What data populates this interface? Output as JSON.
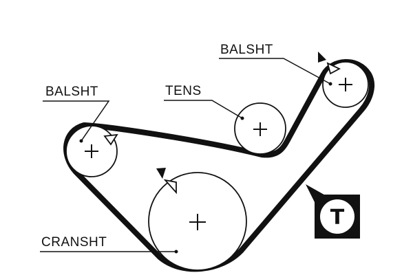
{
  "diagram": {
    "labels": {
      "balsht_right": "BALSHT",
      "tens": "TENS",
      "balsht_left": "BALSHT",
      "cranshaft": "CRANSHT"
    },
    "badge": {
      "letter": "T"
    },
    "colors": {
      "belt": "#111111",
      "ink": "#111111",
      "background": "#ffffff",
      "badge_fill": "#ffffff"
    },
    "icons": [
      "plus-icon",
      "rotation-arrow-icon",
      "timing-mark-badge-icon"
    ]
  }
}
